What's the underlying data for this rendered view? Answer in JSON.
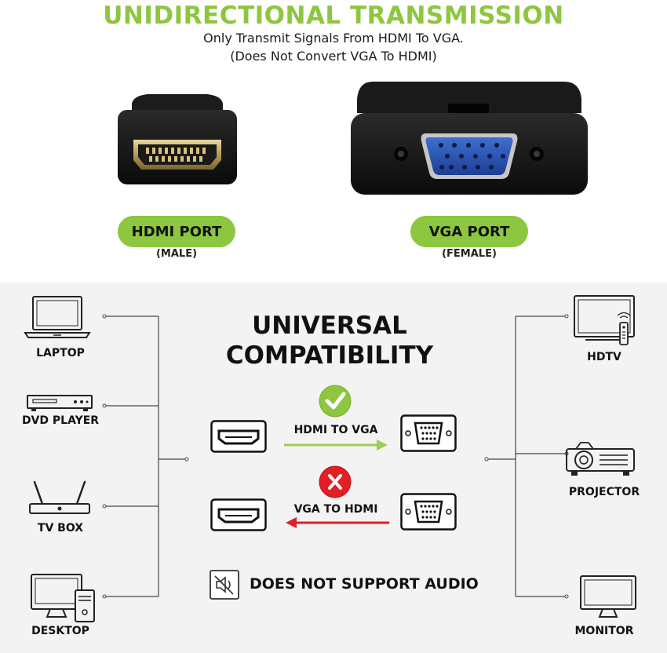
{
  "header": {
    "title": "UNIDIRECTIONAL TRANSMISSION",
    "subtitle_line1": "Only Transmit Signals From HDMI To VGA.",
    "subtitle_line2": "(Does Not Convert VGA To HDMI)"
  },
  "ports": {
    "hdmi": {
      "label": "HDMI PORT",
      "sub": "(MALE)"
    },
    "vga": {
      "label": "VGA PORT",
      "sub": "(FEMALE)"
    }
  },
  "compatibility": {
    "title_line1": "UNIVERSAL",
    "title_line2": "COMPATIBILITY",
    "supported_direction": "HDMI TO VGA",
    "unsupported_direction": "VGA TO HDMI",
    "audio_note": "DOES NOT SUPPORT AUDIO"
  },
  "source_devices": [
    "LAPTOP",
    "DVD PLAYER",
    "TV BOX",
    "DESKTOP"
  ],
  "display_devices": [
    "HDTV",
    "PROJECTOR",
    "MONITOR"
  ],
  "colors": {
    "accent_green": "#8dc63f",
    "arrow_green": "#9ccf4f",
    "arrow_red": "#e31e24",
    "background_bottom": "#f3f3f3"
  }
}
